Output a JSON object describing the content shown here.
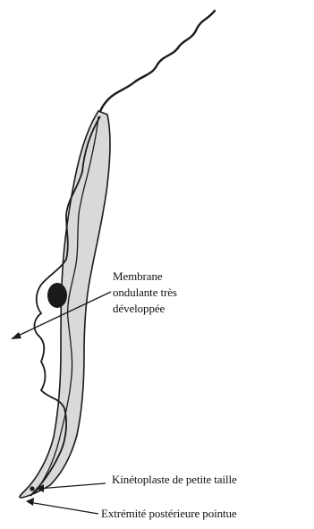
{
  "labels": {
    "membrane_line1": "Membrane",
    "membrane_line2": "ondulante très",
    "membrane_line3": "développée",
    "kinetoplaste": "Kinétoplaste de petite taille",
    "extremite": "Extrémité postérieure pointue"
  },
  "colors": {
    "body_fill": "#d9d9d9",
    "outline": "#1a1a1a",
    "nucleus": "#1a1a1a",
    "text": "#111111"
  }
}
